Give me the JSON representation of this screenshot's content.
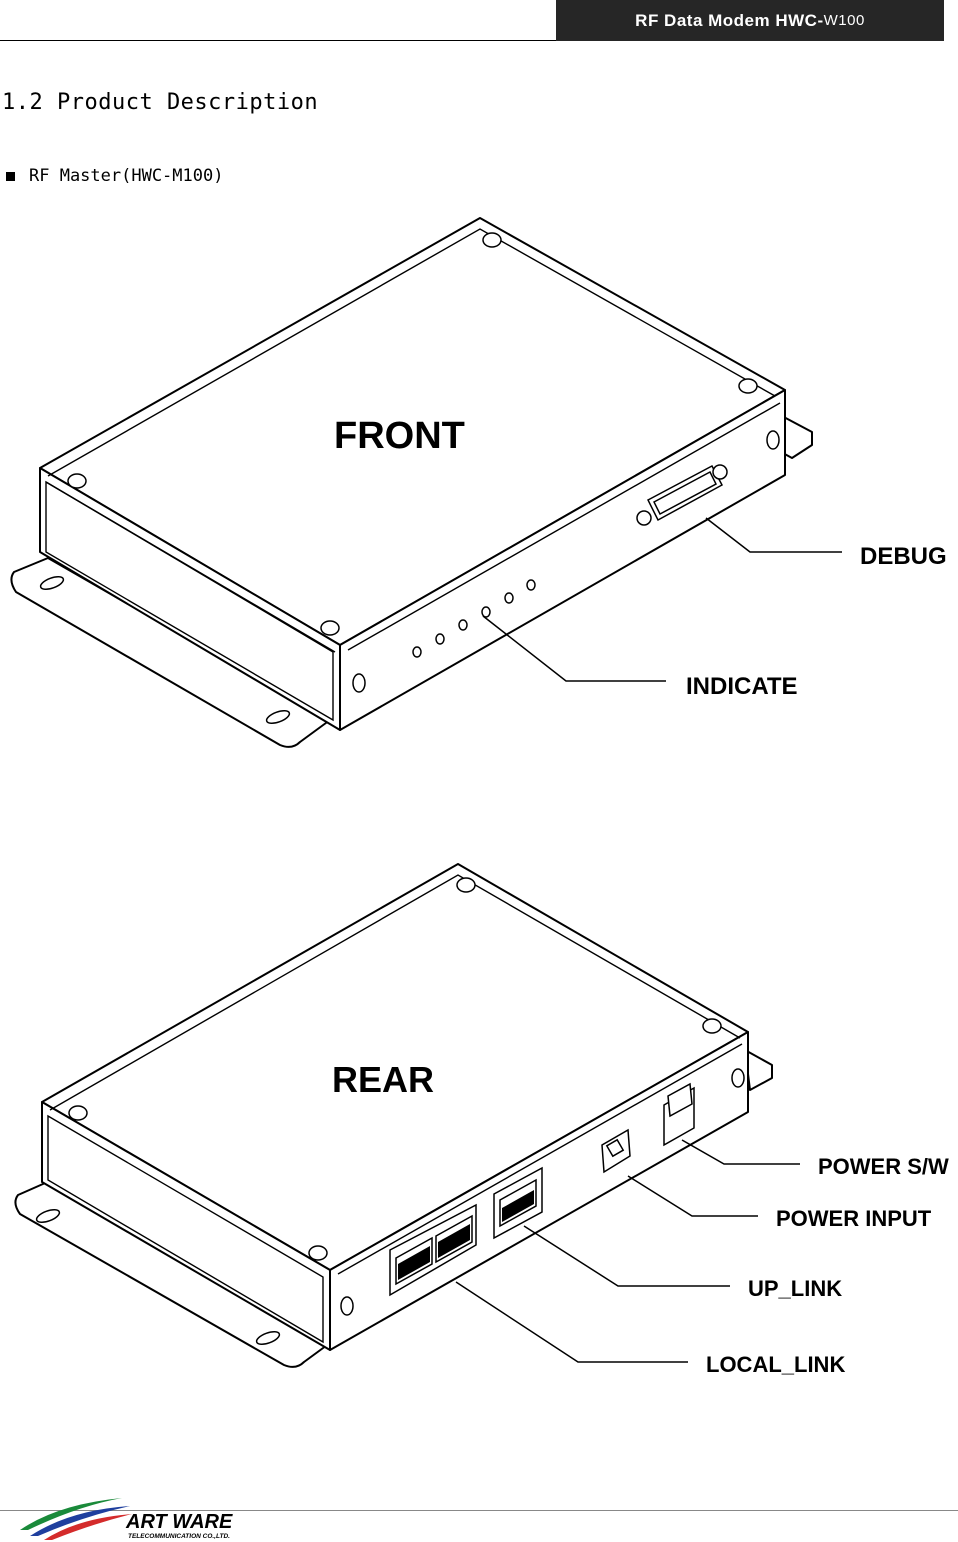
{
  "header": {
    "product": "RF  Data  Modem  HWC-",
    "model": "W100"
  },
  "section_title": "1.2 Product Description",
  "item": {
    "label": "RF Master(HWC-M100)"
  },
  "front_figure": {
    "face_label": "FRONT",
    "callouts": {
      "debug": "DEBUG",
      "indicate": "INDICATE"
    }
  },
  "rear_figure": {
    "face_label": "REAR",
    "callouts": {
      "power_sw": "POWER S/W",
      "power_input": "POWER INPUT",
      "up_link": "UP_LINK",
      "local_link": "LOCAL_LINK"
    }
  },
  "footer": {
    "company": "ART WARE",
    "subtitle": "TELECOMMUNICATION CO.,LTD."
  }
}
